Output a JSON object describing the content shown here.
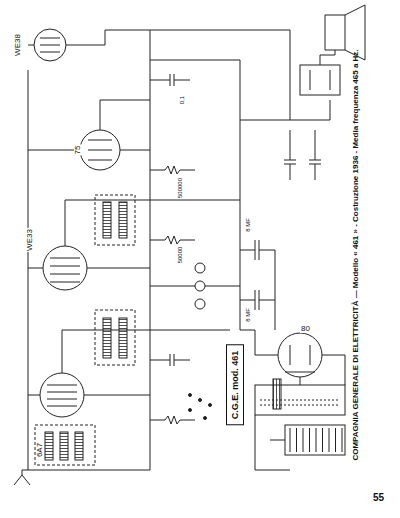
{
  "diagram": {
    "title": "COMPAGNIA GENERALE DI ELETTRICITÀ — Modello « 461 » - Costruzione 1936 - Media frequenza 465 a Hz.",
    "nodes": [
      {
        "text": [
          "C.G.E. mod. 461"
        ]
      }
    ],
    "labels": [
      "6A7",
      "WE33",
      "75",
      "WE38",
      "80",
      "8 MF",
      "8 MF",
      "500000",
      "50000",
      "0,1",
      "55"
    ]
  }
}
